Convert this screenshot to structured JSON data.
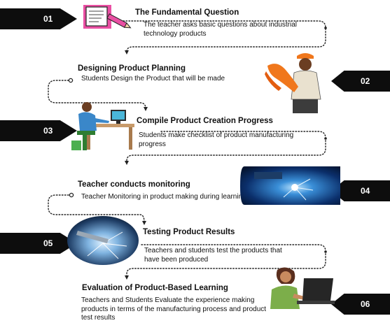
{
  "steps": [
    {
      "number": "01",
      "title": "The Fundamental Question",
      "description": "The teacher asks basic questions about industrial technology products"
    },
    {
      "number": "02",
      "title": "Designing Product Planning",
      "description": "Students Design the Product that will be made"
    },
    {
      "number": "03",
      "title": "Compile Product Creation Progress",
      "description": "Students make checklist of product manufacturing progress"
    },
    {
      "number": "04",
      "title": "Teacher conducts monitoring",
      "description": "Teacher Monitoring in product making during learning"
    },
    {
      "number": "05",
      "title": "Testing Product Results",
      "description": "Teachers and students test the products that have been produced"
    },
    {
      "number": "06",
      "title": "Evaluation of Product-Based Learning",
      "description": "Teachers and Students Evaluate the experience making products in terms of the manufacturing process and product test results"
    }
  ],
  "illustrations": [
    "document-pencil-icon",
    "worker-illustration",
    "desk-student-illustration",
    "welding-photo",
    "grinding-photo",
    "laptop-student-illustration"
  ],
  "colors": {
    "badge": "#0d0d0d",
    "pink": "#ea4fa3",
    "orange": "#f0771c",
    "dots": "#222222"
  }
}
